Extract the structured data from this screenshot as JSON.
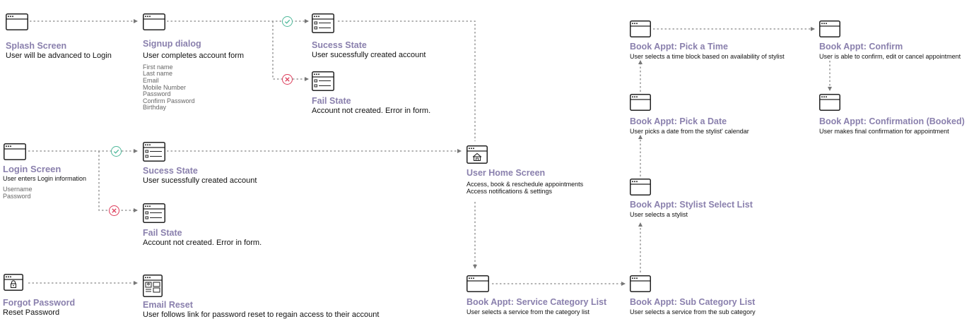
{
  "colors": {
    "title": "#8a80ad",
    "connector": "#888888",
    "success": "#4fb89a",
    "fail": "#dd3c5a"
  },
  "splash": {
    "title": "Splash Screen",
    "sub": "User will be advanced to Login"
  },
  "signup": {
    "title": "Signup dialog",
    "sub": "User completes account form",
    "fields": [
      "First name",
      "Last name",
      "Email",
      "Mobile Number",
      "Password",
      "Confirm Password",
      "Birthday"
    ]
  },
  "signup_success": {
    "title": "Sucess State",
    "sub": "User sucessfully created account"
  },
  "signup_fail": {
    "title": "Fail State",
    "sub": "Account not created. Error in form."
  },
  "login": {
    "title": "Login Screen",
    "sub": "User enters Login information",
    "fields": [
      "Username",
      "Password"
    ]
  },
  "login_success": {
    "title": "Sucess State",
    "sub": "User sucessfully created account"
  },
  "login_fail": {
    "title": "Fail State",
    "sub": "Account not created. Error in form."
  },
  "forgot": {
    "title": "Forgot Password",
    "sub": "Reset Password"
  },
  "email_reset": {
    "title": "Email Reset",
    "sub": "User follows link for password reset to regain access to their account"
  },
  "home": {
    "title": "User Home Screen",
    "lines": [
      "Access, book & reschedule appointments",
      "Access notifications & settings"
    ]
  },
  "service_cat": {
    "title": "Book Appt: Service Category List",
    "sub": "User selects a service from the category list"
  },
  "sub_cat": {
    "title": "Book Appt: Sub Category List",
    "sub": "User selects a service from the sub category"
  },
  "stylist": {
    "title": "Book Appt: Stylist Select List",
    "sub": "User selects a stylist"
  },
  "pick_date": {
    "title": "Book Appt: Pick a Date",
    "sub": "User  picks a date from the stylist' calendar"
  },
  "pick_time": {
    "title": "Book Appt: Pick a Time",
    "sub": "User selects a time block based on availability of stylist"
  },
  "confirm": {
    "title": "Book Appt: Confirm",
    "sub": "User is able to confirm, edit or cancel appointment"
  },
  "confirmation": {
    "title": "Book Appt: Confirmation (Booked)",
    "sub": "User makes final confirmation for appointment"
  }
}
